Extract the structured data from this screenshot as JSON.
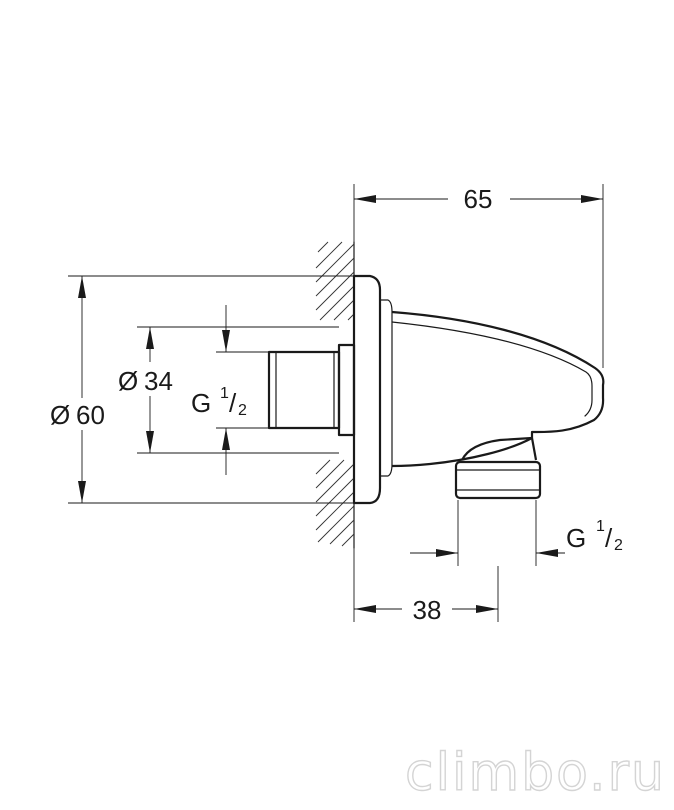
{
  "dimensions": {
    "width_total": "65",
    "depth_outlet": "38",
    "diameter_rosette_symbol": "Ø",
    "diameter_rosette_value": "60",
    "diameter_inlet_symbol": "Ø",
    "diameter_inlet_value": "34",
    "thread_inlet": {
      "prefix": "G",
      "numerator": "1",
      "slash": "/",
      "denominator": "2"
    },
    "thread_outlet": {
      "prefix": "G",
      "numerator": "1",
      "slash": "/",
      "denominator": "2"
    }
  },
  "watermark": "climbo.ru",
  "colors": {
    "line": "#1a1a1a",
    "watermark": "#d4d4d4",
    "background": "#ffffff"
  }
}
